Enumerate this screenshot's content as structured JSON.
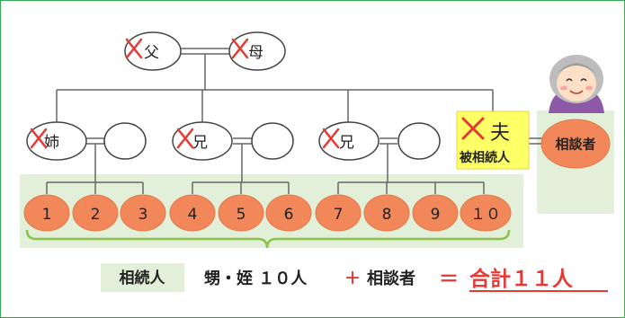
{
  "parents": {
    "father": "父",
    "mother": "母"
  },
  "siblings": {
    "sister": "姉",
    "brother1": "兄",
    "brother2": "兄"
  },
  "husband": {
    "label": "夫",
    "sublabel": "被相続人"
  },
  "consultant": {
    "label": "相談者"
  },
  "children": [
    "1",
    "2",
    "3",
    "4",
    "5",
    "6",
    "7",
    "8",
    "9",
    "１０"
  ],
  "summary": {
    "heirs_label": "相続人",
    "text": "甥・姪 １０人",
    "plus": "＋",
    "consultant": "相談者",
    "equals": "＝",
    "total": "合計１１人"
  },
  "colors": {
    "frame": "#34a853",
    "child_fill": "#f2875a",
    "green_bg": "#e2efd9",
    "cross": "#e53935",
    "yellow_box": "#ffff66",
    "total_red": "#e53935"
  },
  "icons": [
    "elderly-woman-illustration",
    "cross-mark-icon"
  ]
}
